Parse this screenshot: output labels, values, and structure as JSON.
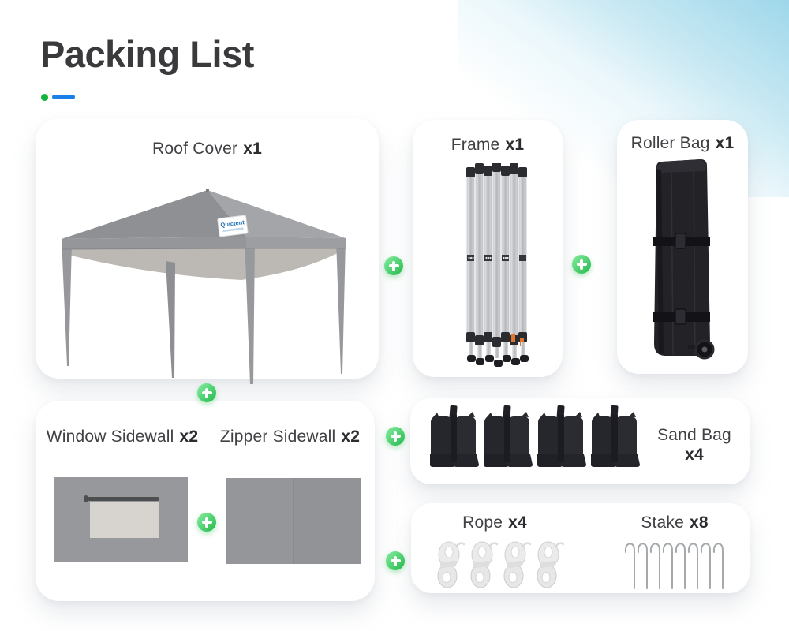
{
  "page": {
    "title": "Packing List"
  },
  "accents": {
    "green_dot": "#12b43d",
    "blue_dash": "#1b7fe8",
    "plus_green": "#2dbd53",
    "corner_tint_blue": "#9ed7ea",
    "title_text": "#3a3a3d",
    "label_text": "#404144"
  },
  "brand": {
    "canopy_label": "Quictent"
  },
  "items": {
    "roof_cover": {
      "name": "Roof Cover",
      "qty": "x1"
    },
    "frame": {
      "name": "Frame",
      "qty": "x1"
    },
    "roller_bag": {
      "name": "Roller Bag",
      "qty": "x1"
    },
    "window_sidewall": {
      "name": "Window Sidewall",
      "qty": "x2"
    },
    "zipper_sidewall": {
      "name": "Zipper Sidewall",
      "qty": "x2"
    },
    "sand_bag": {
      "name": "Sand Bag",
      "qty": "x4"
    },
    "rope": {
      "name": "Rope",
      "qty": "x4"
    },
    "stake": {
      "name": "Stake",
      "qty": "x8"
    }
  }
}
